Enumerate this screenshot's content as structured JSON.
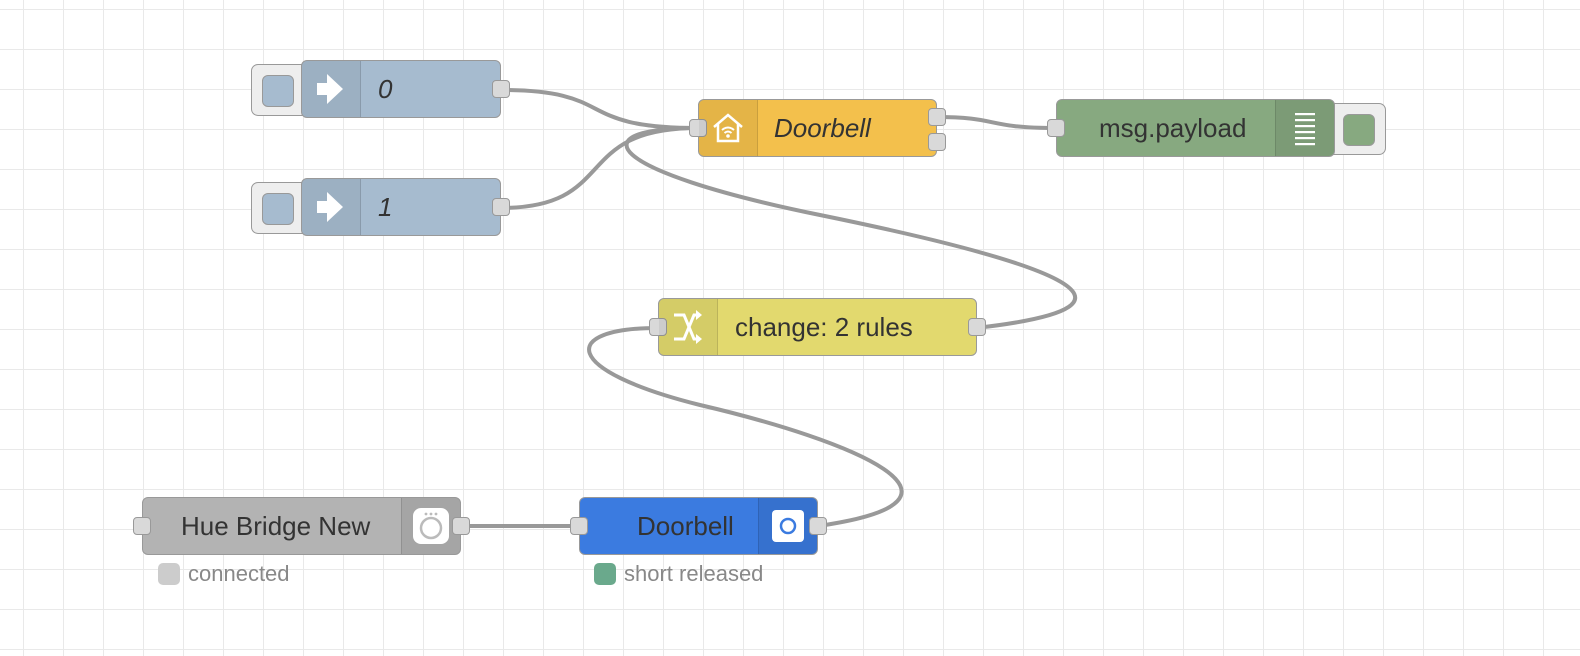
{
  "flow": {
    "inject_0": {
      "label": "0",
      "color": "#a6bbcf",
      "icon": "arrow-in-icon"
    },
    "inject_1": {
      "label": "1",
      "color": "#a6bbcf",
      "icon": "arrow-in-icon"
    },
    "homekit_doorbell": {
      "label": "Doorbell",
      "color": "#f3c04c",
      "icon": "home-wifi-icon"
    },
    "debug": {
      "label": "msg.payload",
      "color": "#87a980",
      "icon": "list-icon"
    },
    "change": {
      "label": "change: 2 rules",
      "color": "#e2d96e",
      "icon": "shuffle-icon"
    },
    "hue_bridge": {
      "label": "Hue Bridge New",
      "color": "#b3b3b3",
      "icon": "hue-bridge-icon",
      "status": "connected",
      "status_color": "#cccccc"
    },
    "hue_button": {
      "label": "Doorbell",
      "color": "#3b7be0",
      "icon": "button-icon",
      "status": "short released",
      "status_color": "#6aa98c"
    }
  }
}
